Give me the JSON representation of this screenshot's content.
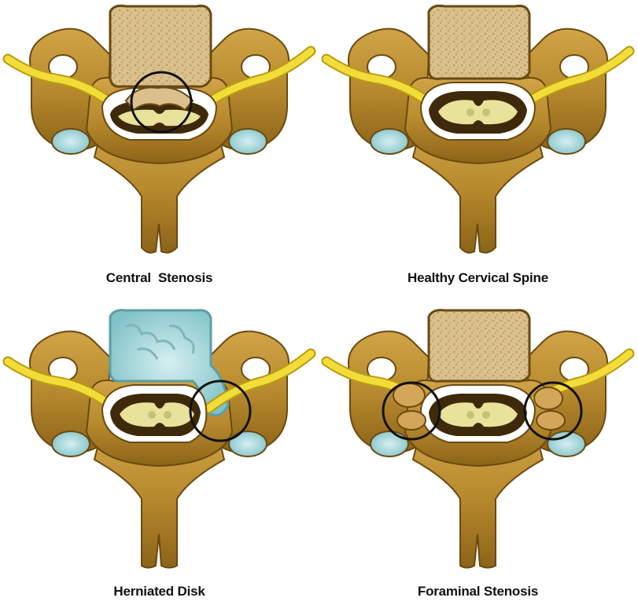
{
  "figure": {
    "panels": [
      {
        "key": "central",
        "caption": "Central  Stenosis",
        "variant": "central-stenosis"
      },
      {
        "key": "healthy",
        "caption": "Healthy Cervical Spine",
        "variant": "healthy"
      },
      {
        "key": "herniated",
        "caption": "Herniated Disk",
        "variant": "herniated-disk"
      },
      {
        "key": "foraminal",
        "caption": "Foraminal Stenosis",
        "variant": "foraminal-stenosis"
      }
    ]
  },
  "colors": {
    "bone": "#b88a2e",
    "bone_dark": "#6b4a12",
    "bone_light": "#e2c27a",
    "vertebral_body": "#d9c08c",
    "nerve": "#f2dc3a",
    "nerve_dark": "#b99a10",
    "disk": "#9fd3d6",
    "cord_dark": "#3e2a0a",
    "cord_light": "#e8e29a",
    "circle": "#111111"
  }
}
